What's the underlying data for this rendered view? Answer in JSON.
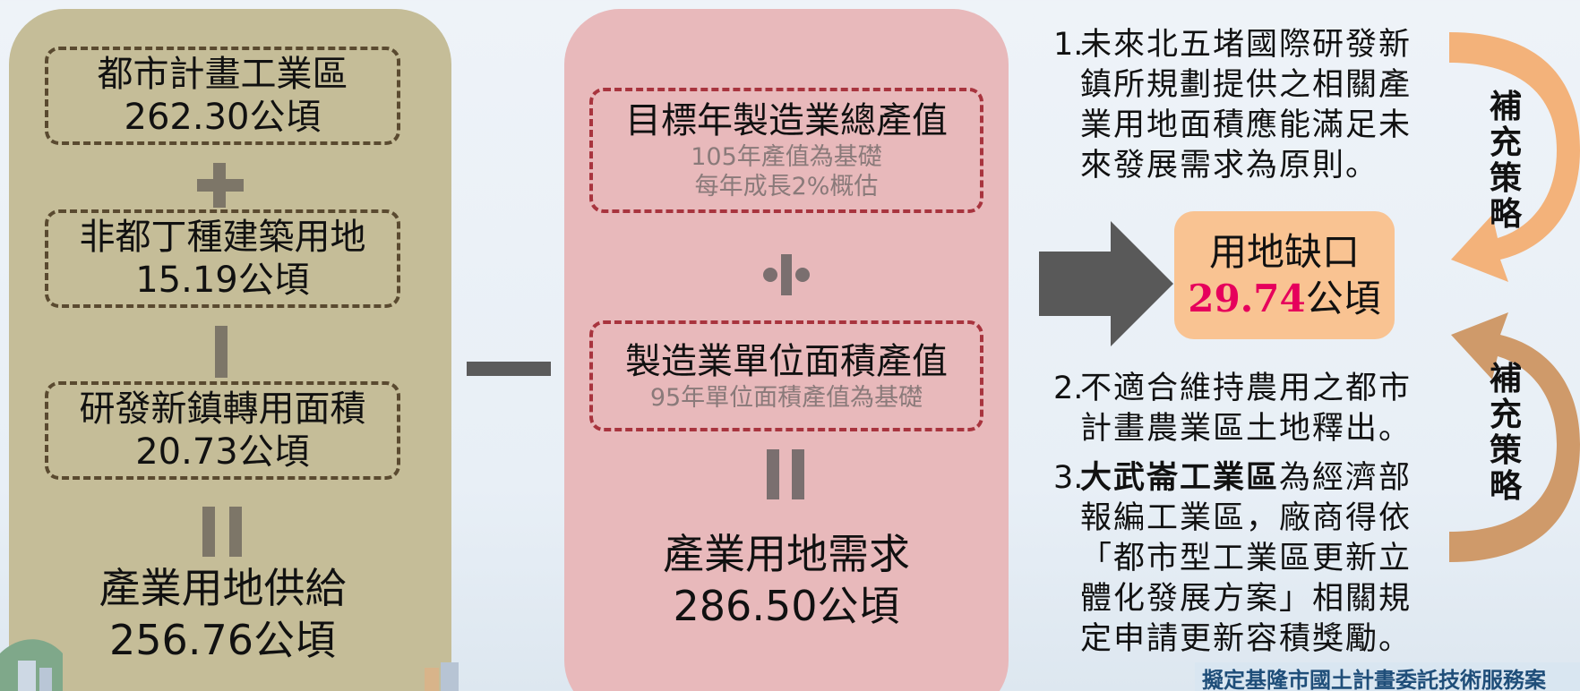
{
  "supply": {
    "items": [
      {
        "name": "都市計畫工業區",
        "value": "262.30公頃"
      },
      {
        "name": "非都丁種建築用地",
        "value": "15.19公頃"
      },
      {
        "name": "研發新鎮轉用面積",
        "value": "20.73公頃"
      }
    ],
    "result_label": "產業用地供給",
    "result_value": "256.76公頃"
  },
  "demand": {
    "items": [
      {
        "name": "目標年製造業總產值",
        "notes": [
          "105年產值為基礎",
          "每年成長2%概估"
        ]
      },
      {
        "name": "製造業單位面積產值",
        "notes": [
          "95年單位面積產值為基礎"
        ]
      }
    ],
    "result_label": "產業用地需求",
    "result_value": "286.50公頃"
  },
  "gap": {
    "label": "用地缺口",
    "value": "29.74",
    "unit": "公頃"
  },
  "notes": [
    {
      "num": "1.",
      "lines": [
        "未來北五堵國際研發新",
        "鎮所規劃提供之相關產",
        "業用地面積應能滿足未",
        "來發展需求為原則。"
      ]
    },
    {
      "num": "2.",
      "lines": [
        "不適合維持農用之都市",
        "計畫農業區土地釋出。"
      ]
    },
    {
      "num": "3.",
      "bold": "大武崙工業區",
      "rest": "為經濟部",
      "lines": [
        "報編工業區，廠商得依",
        "「都市型工業區更新立",
        "體化發展方案」相關規",
        "定申請更新容積獎勵。"
      ]
    }
  ],
  "strategy_labels": [
    "補充策略",
    "補充策略"
  ],
  "footer": "擬定基隆市國土計畫委託技術服務案",
  "colors": {
    "supply_bg": "#c5bd98",
    "demand_bg": "#e8b9bb",
    "gap_bg": "#f9c392",
    "gap_value": "#e6005c",
    "curve_arrow": "#f3b27a",
    "footer_text": "#1f4e79"
  }
}
